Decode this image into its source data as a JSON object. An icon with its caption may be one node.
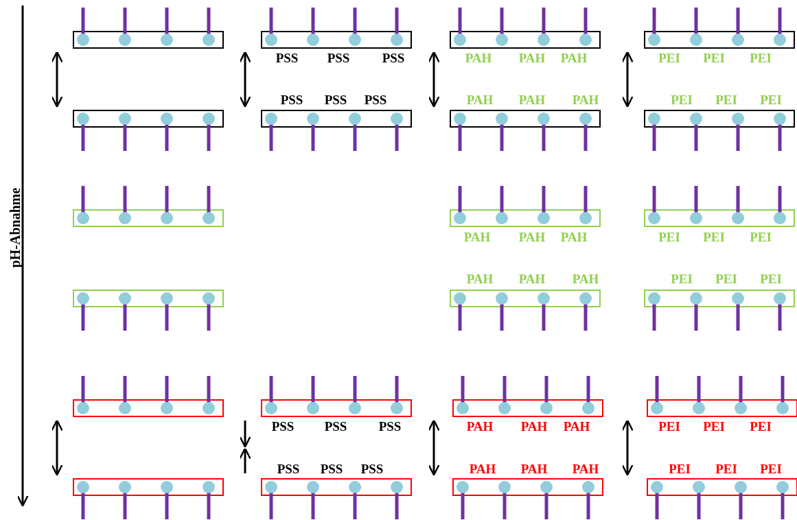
{
  "diagram": {
    "nodes": [
      {
        "text": [],
        "shape": "bar"
      },
      {
        "text": [],
        "shape": "bar"
      },
      {
        "text": [],
        "shape": "bar"
      },
      {
        "text": [],
        "shape": "bar"
      },
      {
        "text": [],
        "shape": "bar"
      },
      {
        "text": [],
        "shape": "bar"
      },
      {
        "text": [],
        "shape": "bar"
      },
      {
        "text": [],
        "shape": "bar"
      },
      {
        "text": [],
        "shape": "bar"
      },
      {
        "text": [],
        "shape": "bar"
      },
      {
        "text": [],
        "shape": "bar"
      },
      {
        "text": [],
        "shape": "bar"
      },
      {
        "text": [],
        "shape": "bar"
      },
      {
        "text": [],
        "shape": "bar"
      },
      {
        "text": [],
        "shape": "bar"
      },
      {
        "text": [],
        "shape": "bar"
      },
      {
        "text": [],
        "shape": "bar"
      },
      {
        "text": [],
        "shape": "bar"
      },
      {
        "text": [],
        "shape": "bar"
      },
      {
        "text": [],
        "shape": "bar"
      },
      {
        "text": [],
        "shape": "bar"
      },
      {
        "text": [],
        "shape": "bar"
      }
    ],
    "edges": [
      {
        "from": 0,
        "to": 4,
        "arrow": "both"
      },
      {
        "from": 1,
        "to": 5,
        "arrow": "both"
      },
      {
        "from": 2,
        "to": 6,
        "arrow": "both"
      },
      {
        "from": 3,
        "to": 7,
        "arrow": "both"
      },
      {
        "from": 14,
        "to": 18,
        "arrow": "both"
      },
      {
        "from": 16,
        "to": 20,
        "arrow": "both"
      },
      {
        "from": 17,
        "to": 21,
        "arrow": "both"
      }
    ],
    "labels": [
      "pH-Abnahme",
      "PSS",
      "PSS",
      "PSS",
      "PAH",
      "PAH",
      "PAH",
      "PEI",
      "PEI",
      "PEI",
      "PSS",
      "PSS",
      "PSS",
      "PAH",
      "PAH",
      "PAH",
      "PEI",
      "PEI",
      "PEI",
      "PAH",
      "PAH",
      "PAH",
      "PEI",
      "PEI",
      "PEI",
      "PAH",
      "PAH",
      "PAH",
      "PEI",
      "PEI",
      "PEI",
      "PSS",
      "PSS",
      "PSS",
      "PAH",
      "PAH",
      "PAH",
      "PEI",
      "PEI",
      "PEI",
      "PSS",
      "PSS",
      "PSS",
      "PAH",
      "PAH",
      "PAH",
      "PEI",
      "PEI",
      "PEI"
    ]
  }
}
